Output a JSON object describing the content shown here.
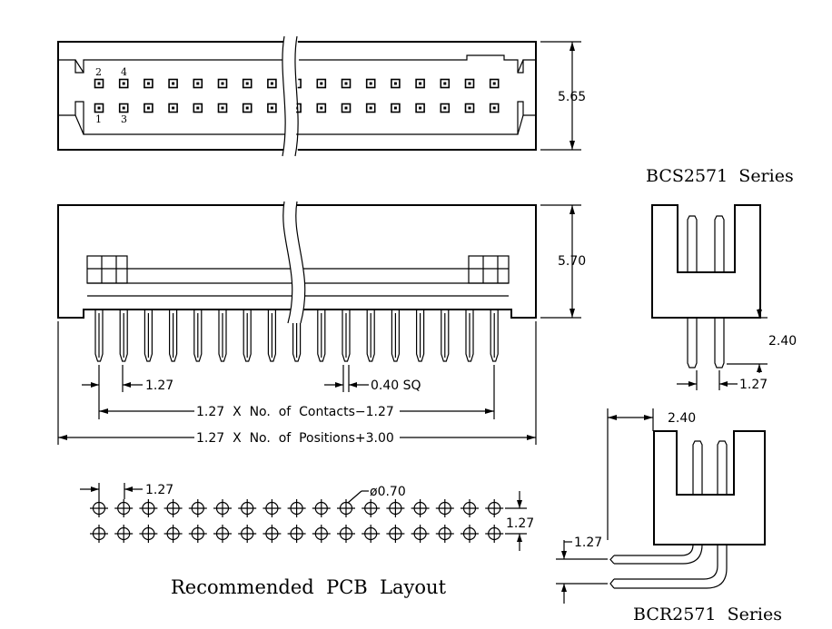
{
  "top_view": {
    "pin_labels_top": [
      "2",
      "4"
    ],
    "pin_labels_bottom": [
      "1",
      "3"
    ],
    "height_dim": "5.65"
  },
  "front_view": {
    "height_dim": "5.70",
    "pitch_dim": "1.27",
    "pin_size_dim": "0.40  SQ",
    "contacts_formula": "1.27  X  No.  of  Contacts−1.27",
    "positions_formula": "1.27  X  No.  of  Positions+3.00"
  },
  "pcb_layout": {
    "pitch_dim": "1.27",
    "hole_dim": "ø0.70",
    "row_dim": "1.27",
    "caption": "Recommended  PCB  Layout"
  },
  "bcs_series": {
    "title": "BCS2571  Series",
    "pin_length_dim": "2.40",
    "pitch_dim": "1.27"
  },
  "bcr_series": {
    "title": "BCR2571  Series",
    "offset_dim": "2.40",
    "pitch_dim": "1.27"
  }
}
